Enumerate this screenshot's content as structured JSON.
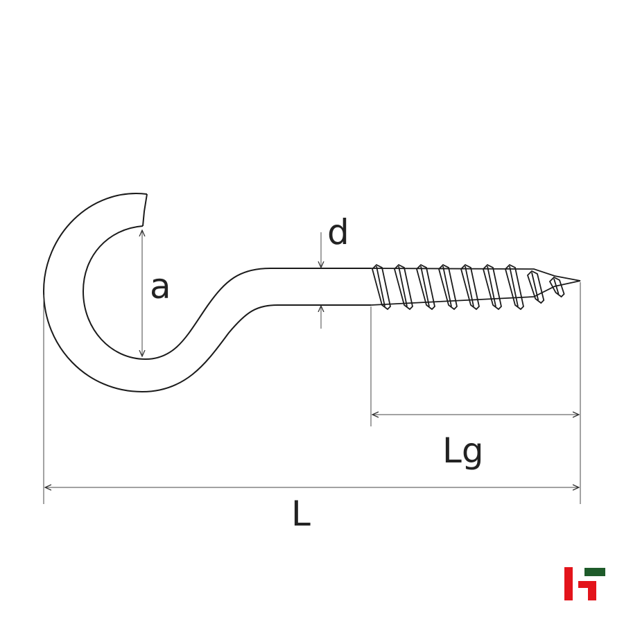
{
  "labels": {
    "a": "a",
    "d": "d",
    "lg": "Lg",
    "l": "L"
  },
  "colors": {
    "line": "#1a1a1a",
    "dim": "#555555",
    "logo_red": "#e3141b",
    "logo_green": "#1e5b2a"
  }
}
